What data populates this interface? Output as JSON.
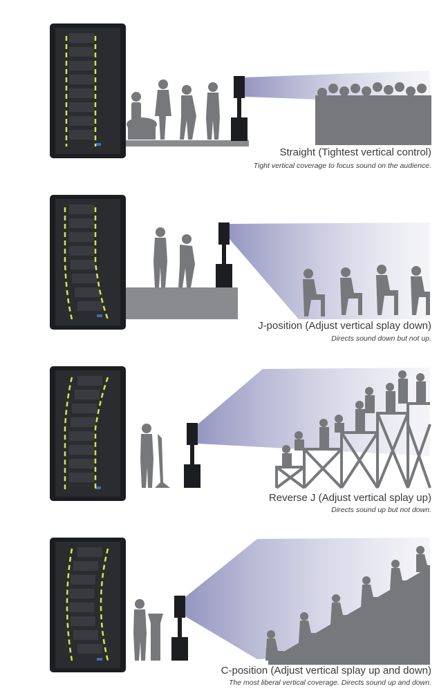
{
  "colors": {
    "silhouette": "#77787c",
    "cabinet": "#1c1d20",
    "cabinet_edge": "#3a3b40",
    "guide_line": "#d6e84a",
    "beam": "#9b9dc4",
    "platform": "#8a8b8f"
  },
  "icons": [
    "speaker-cabinet-icon",
    "array-position-guide-icon",
    "column-speaker-icon",
    "sound-beam-icon",
    "audience-silhouette-icon",
    "performer-silhouette-icon"
  ],
  "panels": [
    {
      "title": "Straight (Tightest vertical control)",
      "subtitle": "Tight vertical coverage to focus sound on the audience."
    },
    {
      "title": "J-position (Adjust vertical splay down)",
      "subtitle": "Directs sound down but not up."
    },
    {
      "title": "Reverse J (Adjust vertical splay up)",
      "subtitle": "Directs sound up but not down."
    },
    {
      "title": "C-position (Adjust vertical splay up and down)",
      "subtitle": "The most liberal vertical coverage. Directs sound up and down."
    }
  ]
}
